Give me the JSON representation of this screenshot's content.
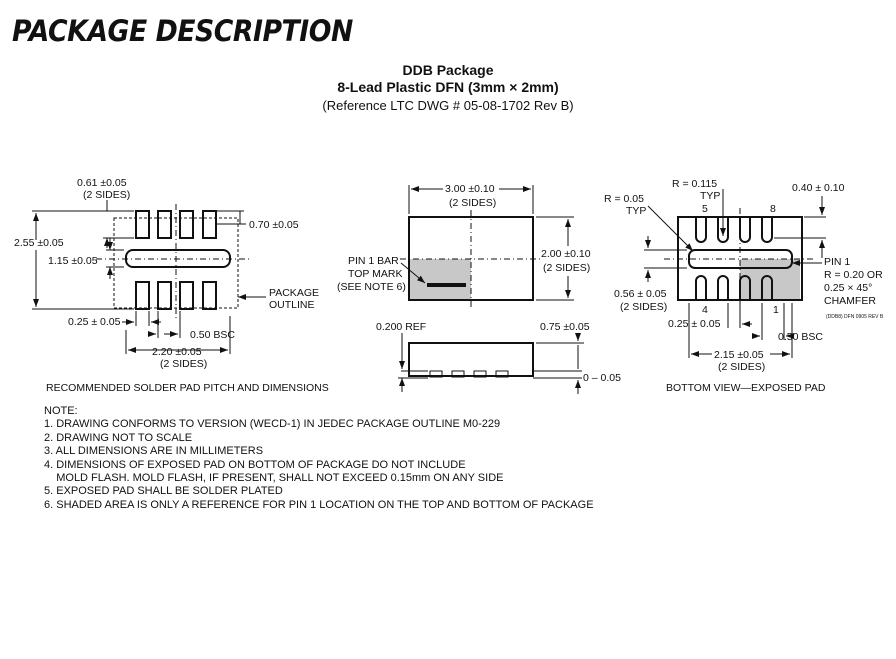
{
  "page_title": "PACKAGE DESCRIPTION",
  "header": {
    "line1": "DDB Package",
    "line2": "8-Lead Plastic DFN (3mm × 2mm)",
    "line3": "(Reference LTC DWG # 05-08-1702 Rev B)"
  },
  "left_view": {
    "dim_061": "0.61 ±0.05",
    "dim_061_sub": "(2 SIDES)",
    "dim_070": "0.70 ±0.05",
    "dim_255": "2.55 ±0.05",
    "dim_115": "1.15 ±0.05",
    "package_outline_1": "PACKAGE",
    "package_outline_2": "OUTLINE",
    "dim_025": "0.25 ± 0.05",
    "dim_050": "0.50 BSC",
    "dim_220": "2.20 ±0.05",
    "dim_220_sub": "(2 SIDES)",
    "caption": "RECOMMENDED SOLDER PAD PITCH AND DIMENSIONS"
  },
  "top_view": {
    "dim_300": "3.00 ±0.10",
    "dim_300_sub": "(2 SIDES)",
    "dim_200": "2.00 ±0.10",
    "dim_200_sub": "(2 SIDES)",
    "pin1_1": "PIN 1 BAR",
    "pin1_2": "TOP MARK",
    "pin1_3": "(SEE NOTE 6)",
    "dim_0200": "0.200 REF",
    "dim_075": "0.75 ±0.05",
    "dim_0005": "0 – 0.05"
  },
  "bottom_view": {
    "r0115": "R = 0.115",
    "typ1": "TYP",
    "pin5": "5",
    "pin8": "8",
    "dim_040": "0.40 ± 0.10",
    "r005": "R = 0.05",
    "typ2": "TYP",
    "pin1_1": "PIN 1",
    "pin1_2": "R = 0.20 OR",
    "pin1_3": "0.25 × 45°",
    "pin1_4": "CHAMFER",
    "dwg_code": "(DDB8) DFN 0905 REV B",
    "dim_056": "0.56 ± 0.05",
    "dim_056_sub": "(2 SIDES)",
    "pin4": "4",
    "pin1": "1",
    "dim_025": "0.25 ± 0.05",
    "dim_050": "0.50 BSC",
    "dim_215": "2.15 ±0.05",
    "dim_215_sub": "(2 SIDES)",
    "caption": "BOTTOM VIEW—EXPOSED PAD"
  },
  "notes": [
    "NOTE:",
    "1. DRAWING CONFORMS TO VERSION (WECD-1) IN JEDEC PACKAGE OUTLINE M0-229",
    "2. DRAWING NOT TO SCALE",
    "3. ALL DIMENSIONS ARE IN MILLIMETERS",
    "4. DIMENSIONS OF EXPOSED PAD ON BOTTOM OF PACKAGE DO NOT INCLUDE",
    "    MOLD FLASH. MOLD FLASH, IF PRESENT, SHALL NOT EXCEED 0.15mm ON ANY SIDE",
    "5. EXPOSED PAD SHALL BE SOLDER PLATED",
    "6. SHADED AREA IS ONLY A REFERENCE FOR PIN 1 LOCATION ON THE TOP AND BOTTOM OF PACKAGE"
  ],
  "colors": {
    "ink": "#111111",
    "shade": "#c8c8c8"
  }
}
